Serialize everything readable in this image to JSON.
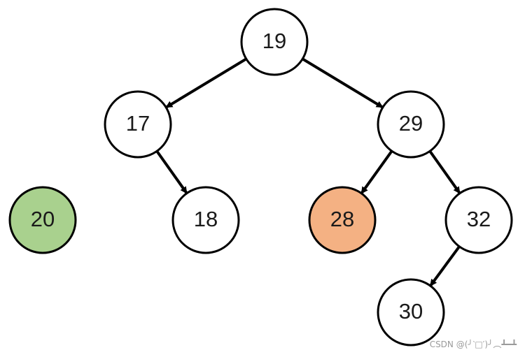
{
  "tree": {
    "nodes": [
      {
        "id": "n19",
        "label": "19",
        "highlight": "none"
      },
      {
        "id": "n17",
        "label": "17",
        "highlight": "none"
      },
      {
        "id": "n29",
        "label": "29",
        "highlight": "none"
      },
      {
        "id": "n20",
        "label": "20",
        "highlight": "green"
      },
      {
        "id": "n18",
        "label": "18",
        "highlight": "none"
      },
      {
        "id": "n28",
        "label": "28",
        "highlight": "orange"
      },
      {
        "id": "n32",
        "label": "32",
        "highlight": "none"
      },
      {
        "id": "n30",
        "label": "30",
        "highlight": "none"
      }
    ],
    "edges": [
      {
        "from": "n19",
        "to": "n17"
      },
      {
        "from": "n19",
        "to": "n29"
      },
      {
        "from": "n17",
        "to": "n18"
      },
      {
        "from": "n29",
        "to": "n28"
      },
      {
        "from": "n29",
        "to": "n32"
      },
      {
        "from": "n32",
        "to": "n30"
      }
    ]
  },
  "colors": {
    "node_fill": "#ffffff",
    "node_stroke": "#000000",
    "green": "#a9d18e",
    "orange": "#f4b183",
    "edge": "#000000"
  },
  "watermark": "CSDN @(╯‵□′)╯︵┻━┻"
}
